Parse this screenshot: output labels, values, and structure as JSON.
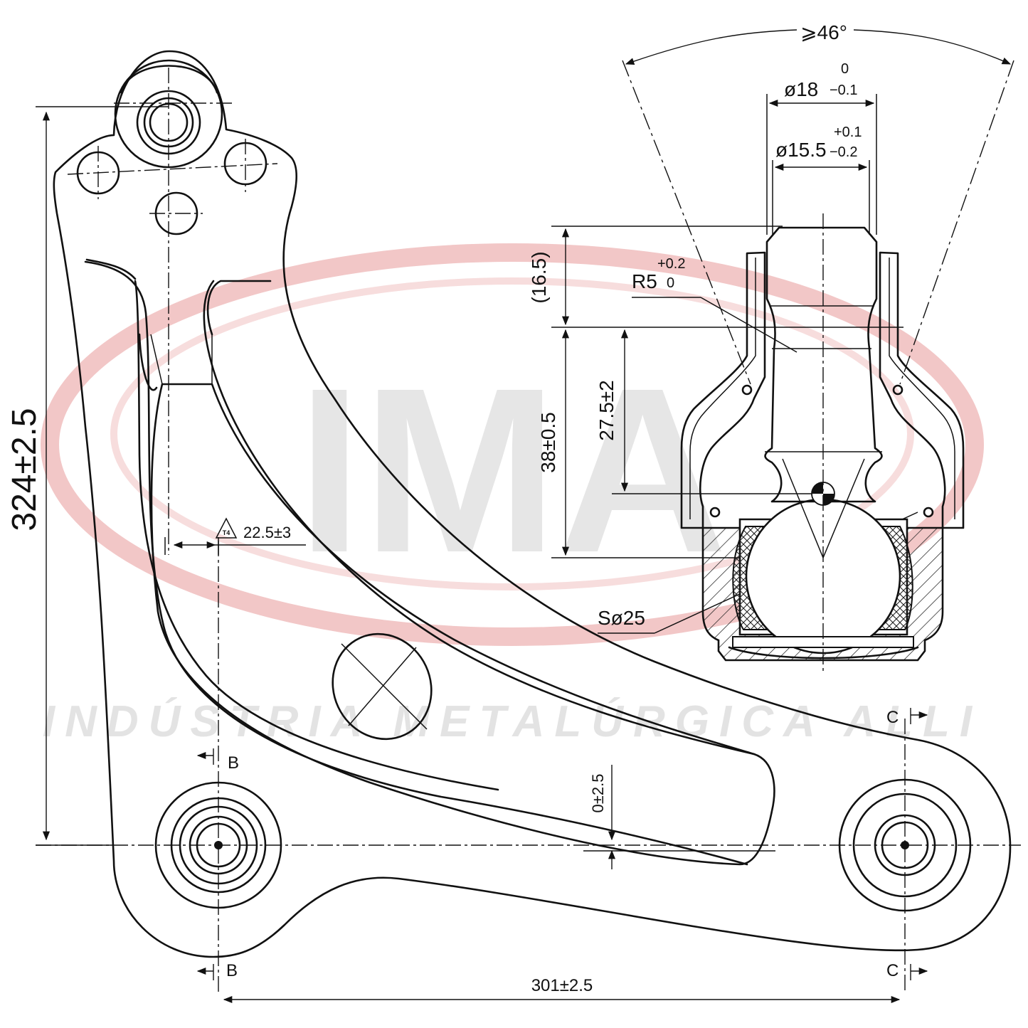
{
  "watermark": {
    "logo": "IMA",
    "subtitle": "INDÚSTRIA METALÚRGICA ALLI",
    "ring_color": "#f2c7c7",
    "logo_color": "#e6e6e6",
    "subtitle_color": "#e3e3e3"
  },
  "dimensions": {
    "height_overall": "324±2.5",
    "width_overall": "301±2.5",
    "offset": "0±2.5",
    "bolt_distance": "22.5±3",
    "spec_symbol": "T4",
    "cone_angle": "⩾46°",
    "stud_dia_1": "ø18",
    "stud_dia_1_tol_upper": "0",
    "stud_dia_1_tol_lower": "−0.1",
    "stud_dia_2": "ø15.5",
    "stud_dia_2_tol_upper": "+0.1",
    "stud_dia_2_tol_lower": "−0.2",
    "radius": "R5",
    "radius_tol_upper": "+0.2",
    "radius_tol_lower": "0",
    "stud_length": "(16.5)",
    "ball_center_height": "27.5±2",
    "total_height": "38±0.5",
    "ball_diameter": "Sø25"
  },
  "section_marks": {
    "left": "B",
    "right": "C"
  }
}
